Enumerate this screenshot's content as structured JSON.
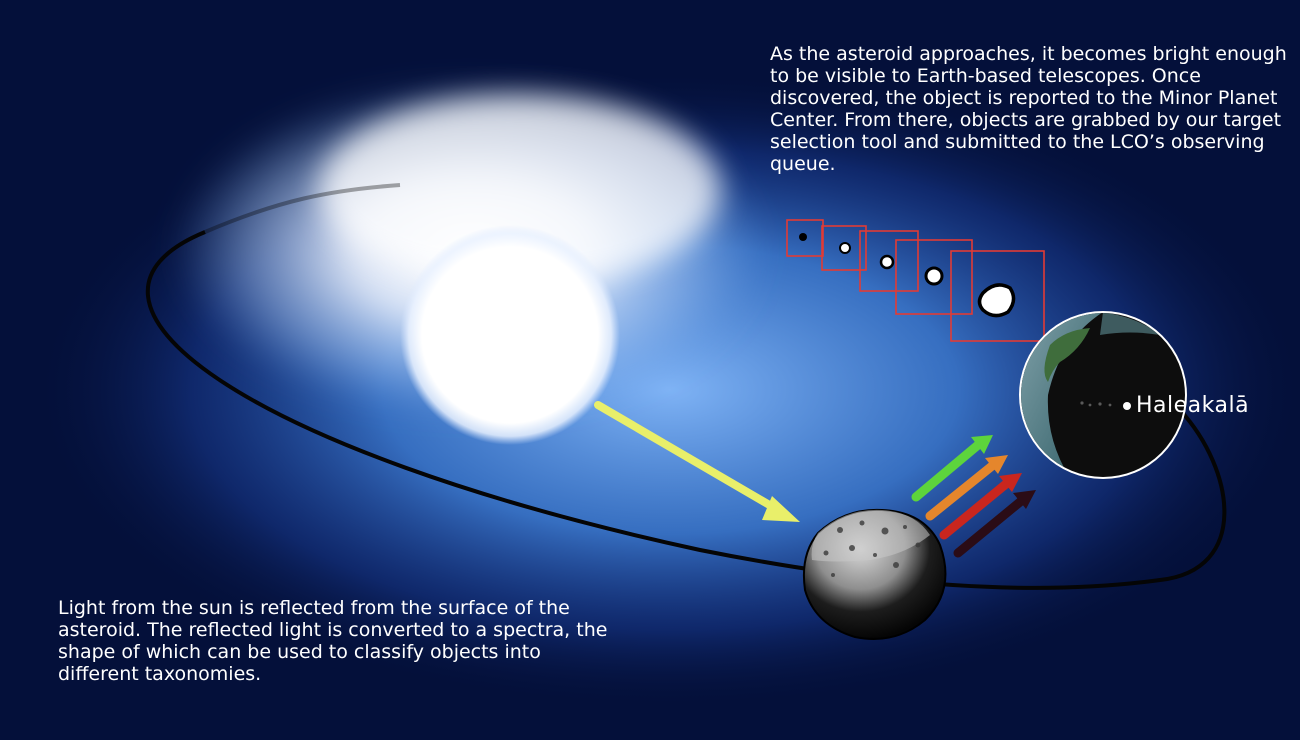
{
  "captions": {
    "detection": "As the asteroid approaches, it becomes bright enough to be visible to Earth-based telescopes. Once discovered, the object is reported to the Minor Planet Center. From there, objects are grabbed by our target selection tool and submitted to the LCO’s observing queue.",
    "reflection": "Light from the sun is reflected from the surface of the asteroid. The reflected light is converted to a spectra, the shape of which can be used to classify objects into different taxonomies."
  },
  "earth": {
    "site_label": "Haleakalā"
  },
  "colors": {
    "background": "#04103a",
    "glow": "#4f8ee0",
    "orbit": "#050505",
    "sunlight_arrow": "#e9ef6a",
    "detection_frames": "#e23b35",
    "spectrum_arrows": [
      "#5dd43c",
      "#e5862c",
      "#c9261e",
      "#2b0c16"
    ]
  }
}
